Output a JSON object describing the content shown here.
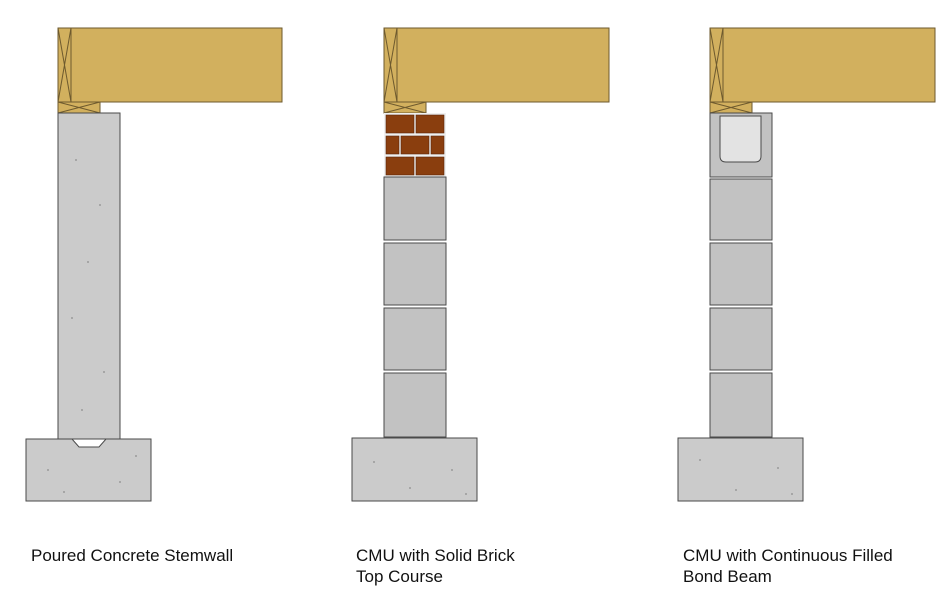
{
  "colors": {
    "lumber": "#D2B05E",
    "lumber_edge": "#6E5A2E",
    "concrete": "#CBCBCB",
    "block": "#C2C2C2",
    "brick": "#8A3E0E",
    "mortar": "#F0F0F0",
    "outline": "#4A4A4A",
    "grout": "#E3E3E3"
  },
  "details": [
    {
      "id": "poured",
      "type": "poured-concrete-stemwall",
      "caption_lines": [
        "Poured Concrete Stemwall"
      ]
    },
    {
      "id": "brick",
      "type": "cmu-with-brick-top-course",
      "caption_lines": [
        "CMU with Solid Brick",
        "Top Course"
      ]
    },
    {
      "id": "bond",
      "type": "cmu-with-bond-beam",
      "caption_lines": [
        "CMU with Continuous Filled",
        "Bond Beam"
      ]
    }
  ]
}
